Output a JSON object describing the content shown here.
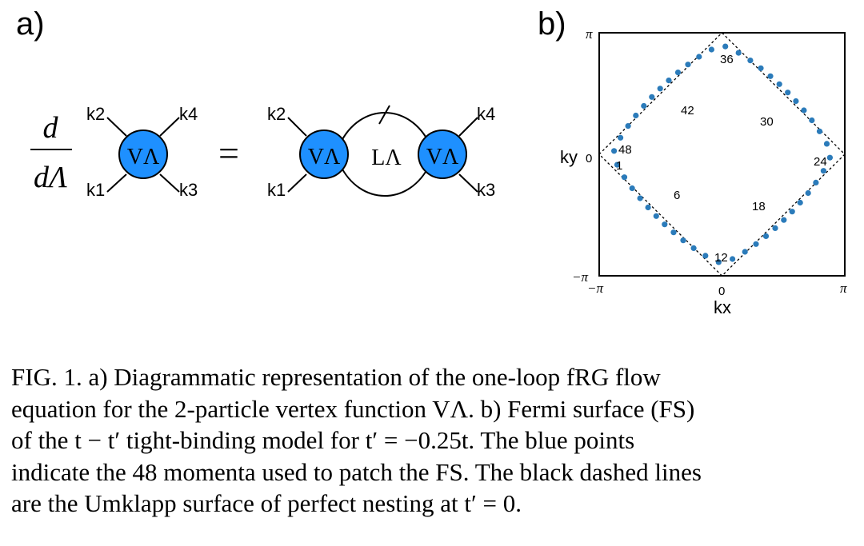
{
  "panel_a": {
    "label": "a)",
    "fraction_numerator": "d",
    "fraction_denominator": "dΛ",
    "vertex_label": "VΛ",
    "loop_label": "LΛ",
    "equals": "=",
    "momenta": {
      "k1": "k1",
      "k2": "k2",
      "k3": "k3",
      "k4": "k4"
    },
    "vertex_color": "#1E90FF"
  },
  "panel_b": {
    "label": "b)",
    "axis_x_label": "kx",
    "axis_y_label": "ky",
    "tick_pi": "π",
    "tick_minus_pi": "−π",
    "tick_zero": "0",
    "patch_labels": [
      "1",
      "6",
      "12",
      "18",
      "24",
      "30",
      "36",
      "42",
      "48"
    ],
    "point_color": "#2B7BBA",
    "patch_count": 48
  },
  "caption": {
    "lines": [
      "FIG. 1.   a) Diagrammatic representation of the one-loop fRG flow",
      "equation for the 2-particle vertex function VΛ. b) Fermi surface (FS)",
      "of the t − t′ tight-binding model for t′ = −0.25t. The blue points",
      "indicate the 48 momenta used to patch the FS. The black dashed lines",
      "are the Umklapp surface of perfect nesting at t′ = 0."
    ]
  }
}
